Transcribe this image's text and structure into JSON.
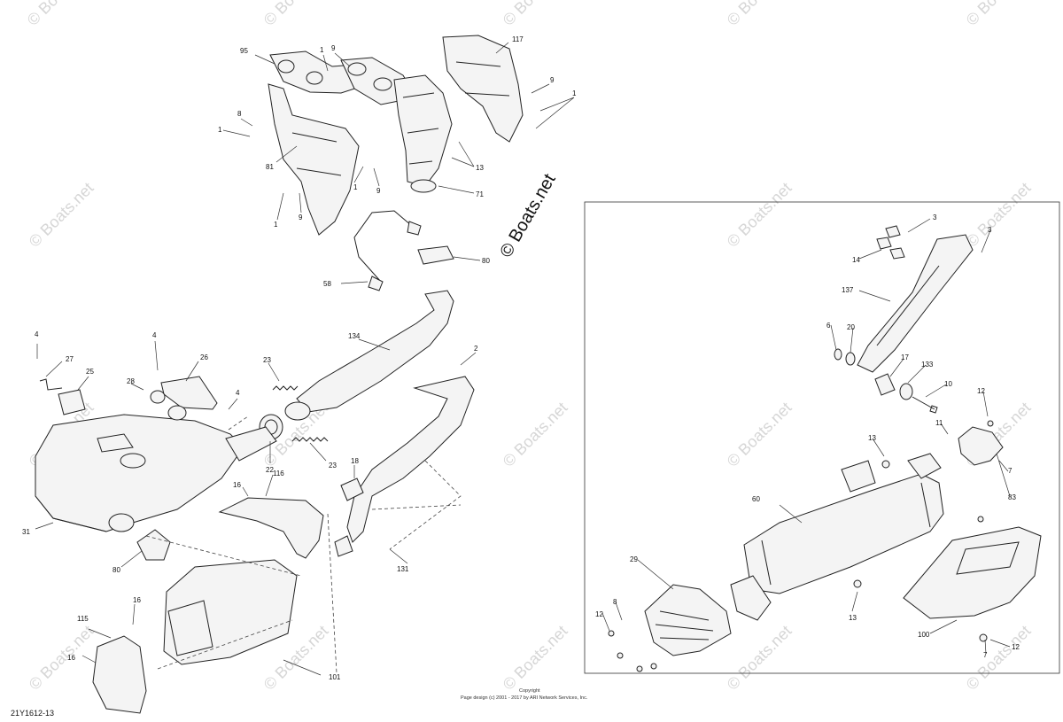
{
  "diagram": {
    "figure_code": "21Y1612-13",
    "watermark": "© Boats.net",
    "footer": {
      "line1": "Copyright",
      "line2": "Page design (c) 2001 - 2017 by ARI Network Services, Inc."
    },
    "callouts": {
      "c_95": "95",
      "c_1a": "1",
      "c_9a": "9",
      "c_117": "117",
      "c_9b": "9",
      "c_1b": "1",
      "c_8": "8",
      "c_1c": "1",
      "c_81": "81",
      "c_1d": "1",
      "c_9c": "9",
      "c_1e": "1",
      "c_9d": "9",
      "c_13a": "13",
      "c_71": "71",
      "c_80a": "80",
      "c_58": "58",
      "c_134": "134",
      "c_2": "2",
      "c_4a": "4",
      "c_27": "27",
      "c_25": "25",
      "c_4b": "4",
      "c_26": "26",
      "c_28": "28",
      "c_4c": "4",
      "c_23a": "23",
      "c_22": "22",
      "c_23b": "23",
      "c_18a": "18",
      "c_16a": "16",
      "c_116": "116",
      "c_31": "31",
      "c_80b": "80",
      "c_131": "131",
      "c_16b": "16",
      "c_115": "115",
      "c_16c": "16",
      "c_101": "101",
      "r_3a": "3",
      "r_14": "14",
      "r_3b": "3",
      "r_137": "137",
      "r_6": "6",
      "r_20": "20",
      "r_17": "17",
      "r_133": "133",
      "r_10": "10",
      "r_12a": "12",
      "r_11": "11",
      "r_13a": "13",
      "r_7a": "7",
      "r_83": "83",
      "r_60": "60",
      "r_29": "29",
      "r_12b": "12",
      "r_8": "8",
      "r_13b": "13",
      "r_100": "100",
      "r_7b": "7",
      "r_12c": "12"
    }
  }
}
